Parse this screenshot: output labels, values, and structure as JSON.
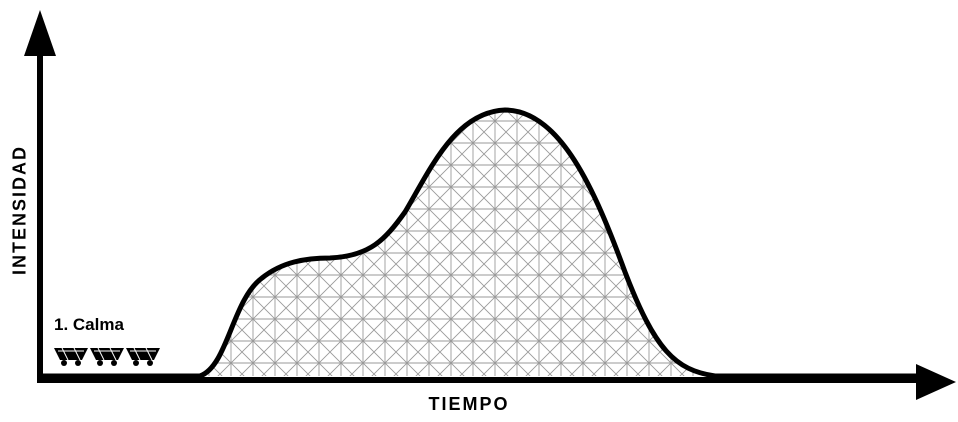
{
  "diagram": {
    "y_axis_label": "INTENSIDAD",
    "x_axis_label": "TIEMPO",
    "phase_label": "1. Calma",
    "icons": [
      "train-car-icon",
      "train-car-icon",
      "train-car-icon"
    ],
    "colors": {
      "stroke": "#000000",
      "hatch": "#9a9a9a",
      "background": "#ffffff"
    }
  }
}
